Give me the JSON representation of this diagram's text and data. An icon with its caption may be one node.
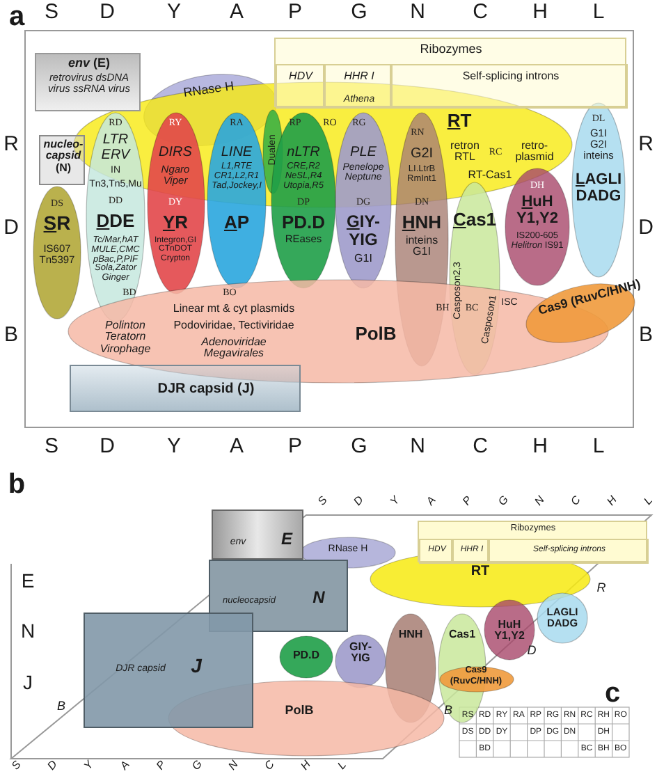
{
  "diagram": {
    "nodes": [
      {
        "text": [
          "Ribozymes"
        ]
      },
      {
        "text": [
          "HDV"
        ],
        "in": 0
      },
      {
        "text": [
          "HHR I",
          "Athena"
        ],
        "in": 0
      },
      {
        "text": [
          "Self-splicing introns"
        ],
        "in": 0
      },
      {
        "text": [
          "*env* (E)",
          "retrovirus dsDNA virus ssRNA virus"
        ]
      },
      {
        "text": [
          "*nucleo-capsid* (N)"
        ]
      },
      {
        "text": [
          "RNase H"
        ]
      },
      {
        "text": [
          "RT",
          "retron RTL",
          "retro-plasmid",
          "RT-Cas1"
        ]
      },
      {
        "text": [
          "SR",
          "IS607 Tn5397"
        ]
      },
      {
        "text": [
          "LTR ERV",
          "IN",
          "Tn3,Tn5,Mu",
          "DDE",
          "Tc/Mar,hAT MULE,CMC pBac,P,PIF Sola,Zator Ginger"
        ]
      },
      {
        "text": [
          "DIRS",
          "Ngaro Viper",
          "YR",
          "Integron,GI CTnDOT Crypton"
        ]
      },
      {
        "text": [
          "LINE",
          "L1,RTE CR1,L2,R1 Tad,Jockey,I",
          "AP"
        ]
      },
      {
        "text": [
          "Dualen"
        ],
        "in": 7
      },
      {
        "text": [
          "nLTR",
          "CRE,R2 NeSL,R4 Utopia,R5",
          "PD.D",
          "REases"
        ]
      },
      {
        "text": [
          "PLE",
          "Penelope Neptune",
          "GIY-YIG",
          "G1I"
        ]
      },
      {
        "text": [
          "G2I",
          "LI.LtrB RmInt1",
          "HNH",
          "inteins G1I"
        ]
      },
      {
        "text": [
          "Cas1",
          "Casposon2,3",
          "Casposon1"
        ]
      },
      {
        "text": [
          "HuH Y1,Y2",
          "IS200-605 *Helitron* IS91"
        ]
      },
      {
        "text": [
          "G1I G2I inteins",
          "LAGLI DADG"
        ]
      },
      {
        "text": [
          "Linear mt & cyt plasmids",
          "Polinton Teratorn Virophage",
          "Podoviridae, Tectiviridae",
          "Adenoviridae Megavirales",
          "PolB"
        ]
      },
      {
        "text": [
          "Cas9 (RuvC/HNH)"
        ]
      },
      {
        "text": [
          "DJR capsid (J)"
        ]
      },
      {
        "text": [
          "Ribozymes"
        ]
      },
      {
        "text": [
          "HDV"
        ],
        "in": 22
      },
      {
        "text": [
          "HHR I"
        ],
        "in": 22
      },
      {
        "text": [
          "Self-splicing introns"
        ],
        "in": 22
      },
      {
        "text": [
          "env",
          "E"
        ]
      },
      {
        "text": [
          "nucleocapsid",
          "N"
        ]
      },
      {
        "text": [
          "DJR capsid",
          "J"
        ]
      },
      {
        "text": [
          "RNase H"
        ]
      },
      {
        "text": [
          "RT"
        ]
      },
      {
        "text": [
          "PD.D"
        ]
      },
      {
        "text": [
          "GIY-YIG"
        ]
      },
      {
        "text": [
          "HNH"
        ]
      },
      {
        "text": [
          "Cas1"
        ]
      },
      {
        "text": [
          "HuH Y1,Y2"
        ]
      },
      {
        "text": [
          "LAGLI DADG"
        ]
      },
      {
        "text": [
          "Cas9",
          "(RuvC/HNH)"
        ]
      },
      {
        "text": [
          "PolB"
        ]
      }
    ],
    "labels": [
      "a",
      "S",
      "D",
      "Y",
      "A",
      "P",
      "G",
      "N",
      "C",
      "H",
      "L",
      "R",
      "RD",
      "RY",
      "RA",
      "RP",
      "RO",
      "RG",
      "RN",
      "RC",
      "DL",
      "R",
      "D",
      "DS",
      "DD",
      "DY",
      "DP",
      "DG",
      "DN",
      "DH",
      "D",
      "BD",
      "BO",
      "BH",
      "BC",
      "ISC",
      "B",
      "B",
      "S",
      "D",
      "Y",
      "A",
      "P",
      "G",
      "N",
      "C",
      "H",
      "L",
      "b",
      "S",
      "D",
      "Y",
      "A",
      "P",
      "G",
      "N",
      "C",
      "H",
      "L",
      "E",
      "N",
      "J",
      "R",
      "D",
      "B",
      "B",
      "S",
      "D",
      "Y",
      "A",
      "P",
      "G",
      "N",
      "C",
      "H",
      "L",
      "c",
      "RS",
      "RD",
      "RY",
      "RA",
      "RP",
      "RG",
      "RN",
      "RC",
      "RH",
      "RO",
      "DS",
      "DD",
      "DY",
      "DP",
      "DG",
      "DN",
      "DH",
      "BD",
      "BC",
      "BH",
      "BO"
    ]
  }
}
